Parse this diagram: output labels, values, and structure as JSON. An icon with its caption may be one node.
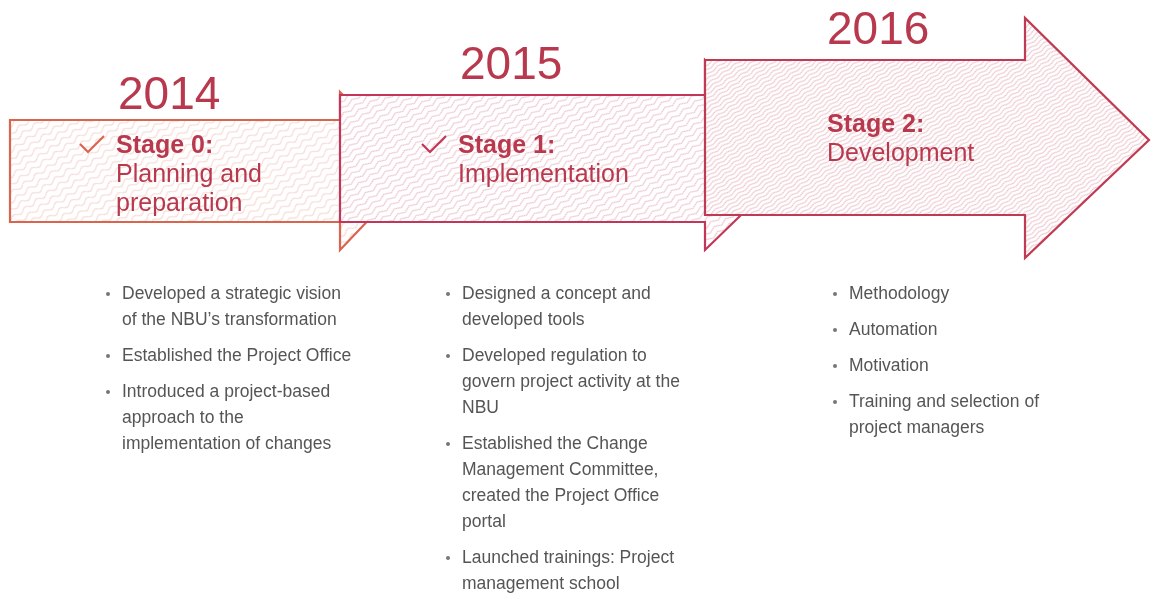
{
  "diagram": {
    "nodes": [
      {
        "text": [
          "2014",
          "Stage 0:",
          "Planning and preparation"
        ],
        "beside": [
          "Developed a strategic vision of the NBU’s transformation",
          "Established the Project Office",
          "Introduced a project-based approach to the implementation of changes"
        ]
      },
      {
        "text": [
          "2015",
          "Stage 1:",
          "Implementation"
        ],
        "beside": [
          "Designed a concept and developed tools",
          "Developed regulation to govern project activity at the NBU",
          "Established the Change Management Committee, created the Project Office portal",
          "Launched trainings: Project management school"
        ]
      },
      {
        "text": [
          "2016",
          "Stage 2:",
          "Development"
        ],
        "beside": [
          "Methodology",
          "Automation",
          "Motivation",
          "Training and selection of project managers"
        ]
      }
    ],
    "edges": []
  }
}
